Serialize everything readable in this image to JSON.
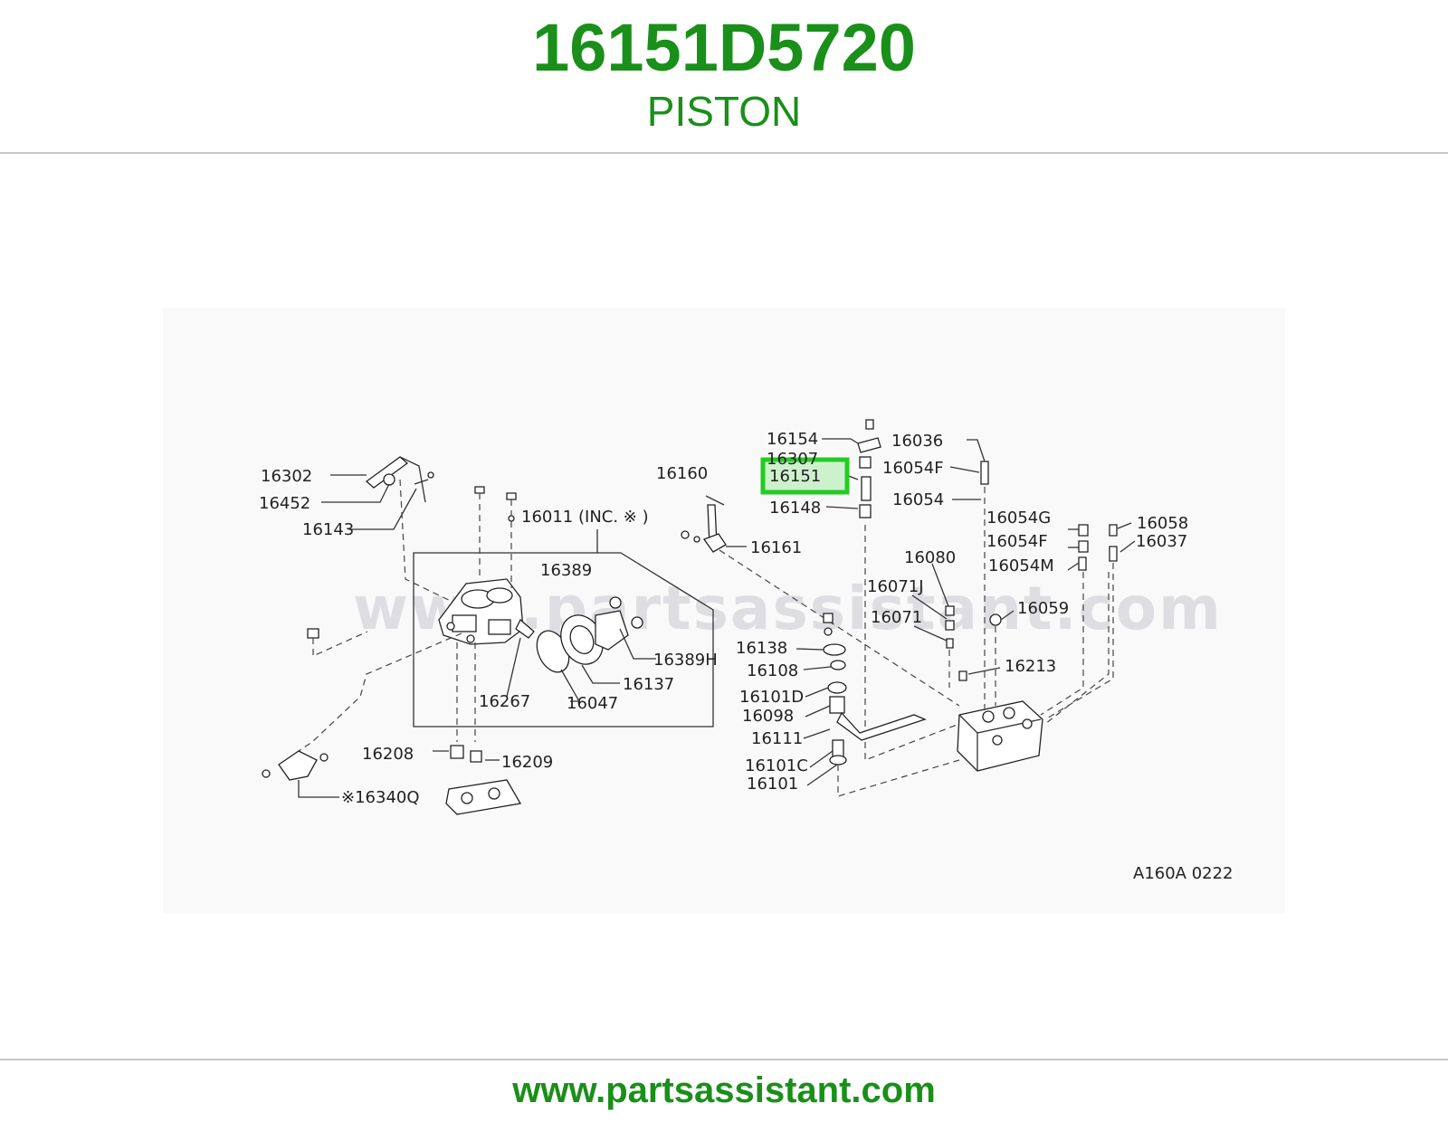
{
  "header": {
    "part_number": "16151D5720",
    "part_name": "PISTON"
  },
  "diagram": {
    "highlight_color": "#22cc22",
    "highlighted_part": "16151",
    "watermark": "www.partsassistant.com",
    "code": "A160A 0222",
    "labels": {
      "p16302": "16302",
      "p16452": "16452",
      "p16143": "16143",
      "p16011": "16011 (INC. ※ )",
      "p16389": "16389",
      "p16389h": "16389H",
      "p16137": "16137",
      "p16047": "16047",
      "p16267": "16267",
      "p16208": "16208",
      "p16209": "16209",
      "p16340q": "※16340Q",
      "p16160": "16160",
      "p16161": "16161",
      "p16154": "16154",
      "p16307": "16307",
      "p16151": "16151",
      "p16148": "16148",
      "p16036": "16036",
      "p16054f_top": "16054F",
      "p16054": "16054",
      "p16054g": "16054G",
      "p16054f": "16054F",
      "p16054m": "16054M",
      "p16058": "16058",
      "p16037": "16037",
      "p16080": "16080",
      "p16071j": "16071J",
      "p16071": "16071",
      "p16059": "16059",
      "p16138": "16138",
      "p16108": "16108",
      "p16101d": "16101D",
      "p16098": "16098",
      "p16111": "16111",
      "p16101c": "16101C",
      "p16101": "16101",
      "p16213": "16213"
    }
  },
  "footer": {
    "url": "www.partsassistant.com"
  }
}
